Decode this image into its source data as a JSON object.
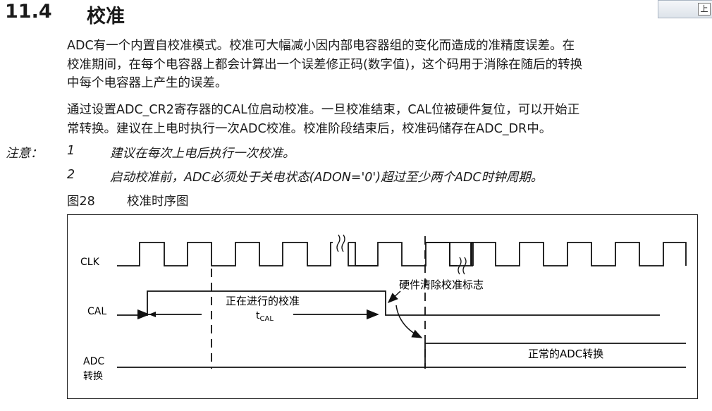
{
  "heading": {
    "number": "11.4",
    "title": "校准"
  },
  "toolbar": {
    "button_label": "上"
  },
  "paragraphs": [
    [
      "ADC有一个内置自校准模式。校准可大幅减小因内部电容器组的变化而造成的准精度误差。在",
      "校准期间，在每个电容器上都会计算出一个误差修正码(数字值)，这个码用于消除在随后的转换",
      "中每个电容器上产生的误差。"
    ],
    [
      "通过设置ADC_CR2寄存器的CAL位启动校准。一旦校准结束，CAL位被硬件复位，可以开始正",
      "常转换。建议在上电时执行一次ADC校准。校准阶段结束后，校准码储存在ADC_DR中。"
    ]
  ],
  "notes": {
    "label": "注意：",
    "items": [
      {
        "num": "1",
        "text": "建议在每次上电后执行一次校准。"
      },
      {
        "num": "2",
        "text": "启动校准前，ADC必须处于关电状态(ADON='0')超过至少两个ADC时钟周期。"
      }
    ]
  },
  "figure": {
    "number": "图28",
    "title": "校准时序图",
    "signals": {
      "clk": "CLK",
      "cal": "CAL",
      "adc_line1": "ADC",
      "adc_line2": "转换"
    },
    "labels": {
      "in_progress": "正在进行的校准",
      "t_cal_main": "t",
      "t_cal_sub": "CAL",
      "hw_clear": "硬件清除校准标志",
      "normal_conv": "正常的ADC转换"
    }
  }
}
